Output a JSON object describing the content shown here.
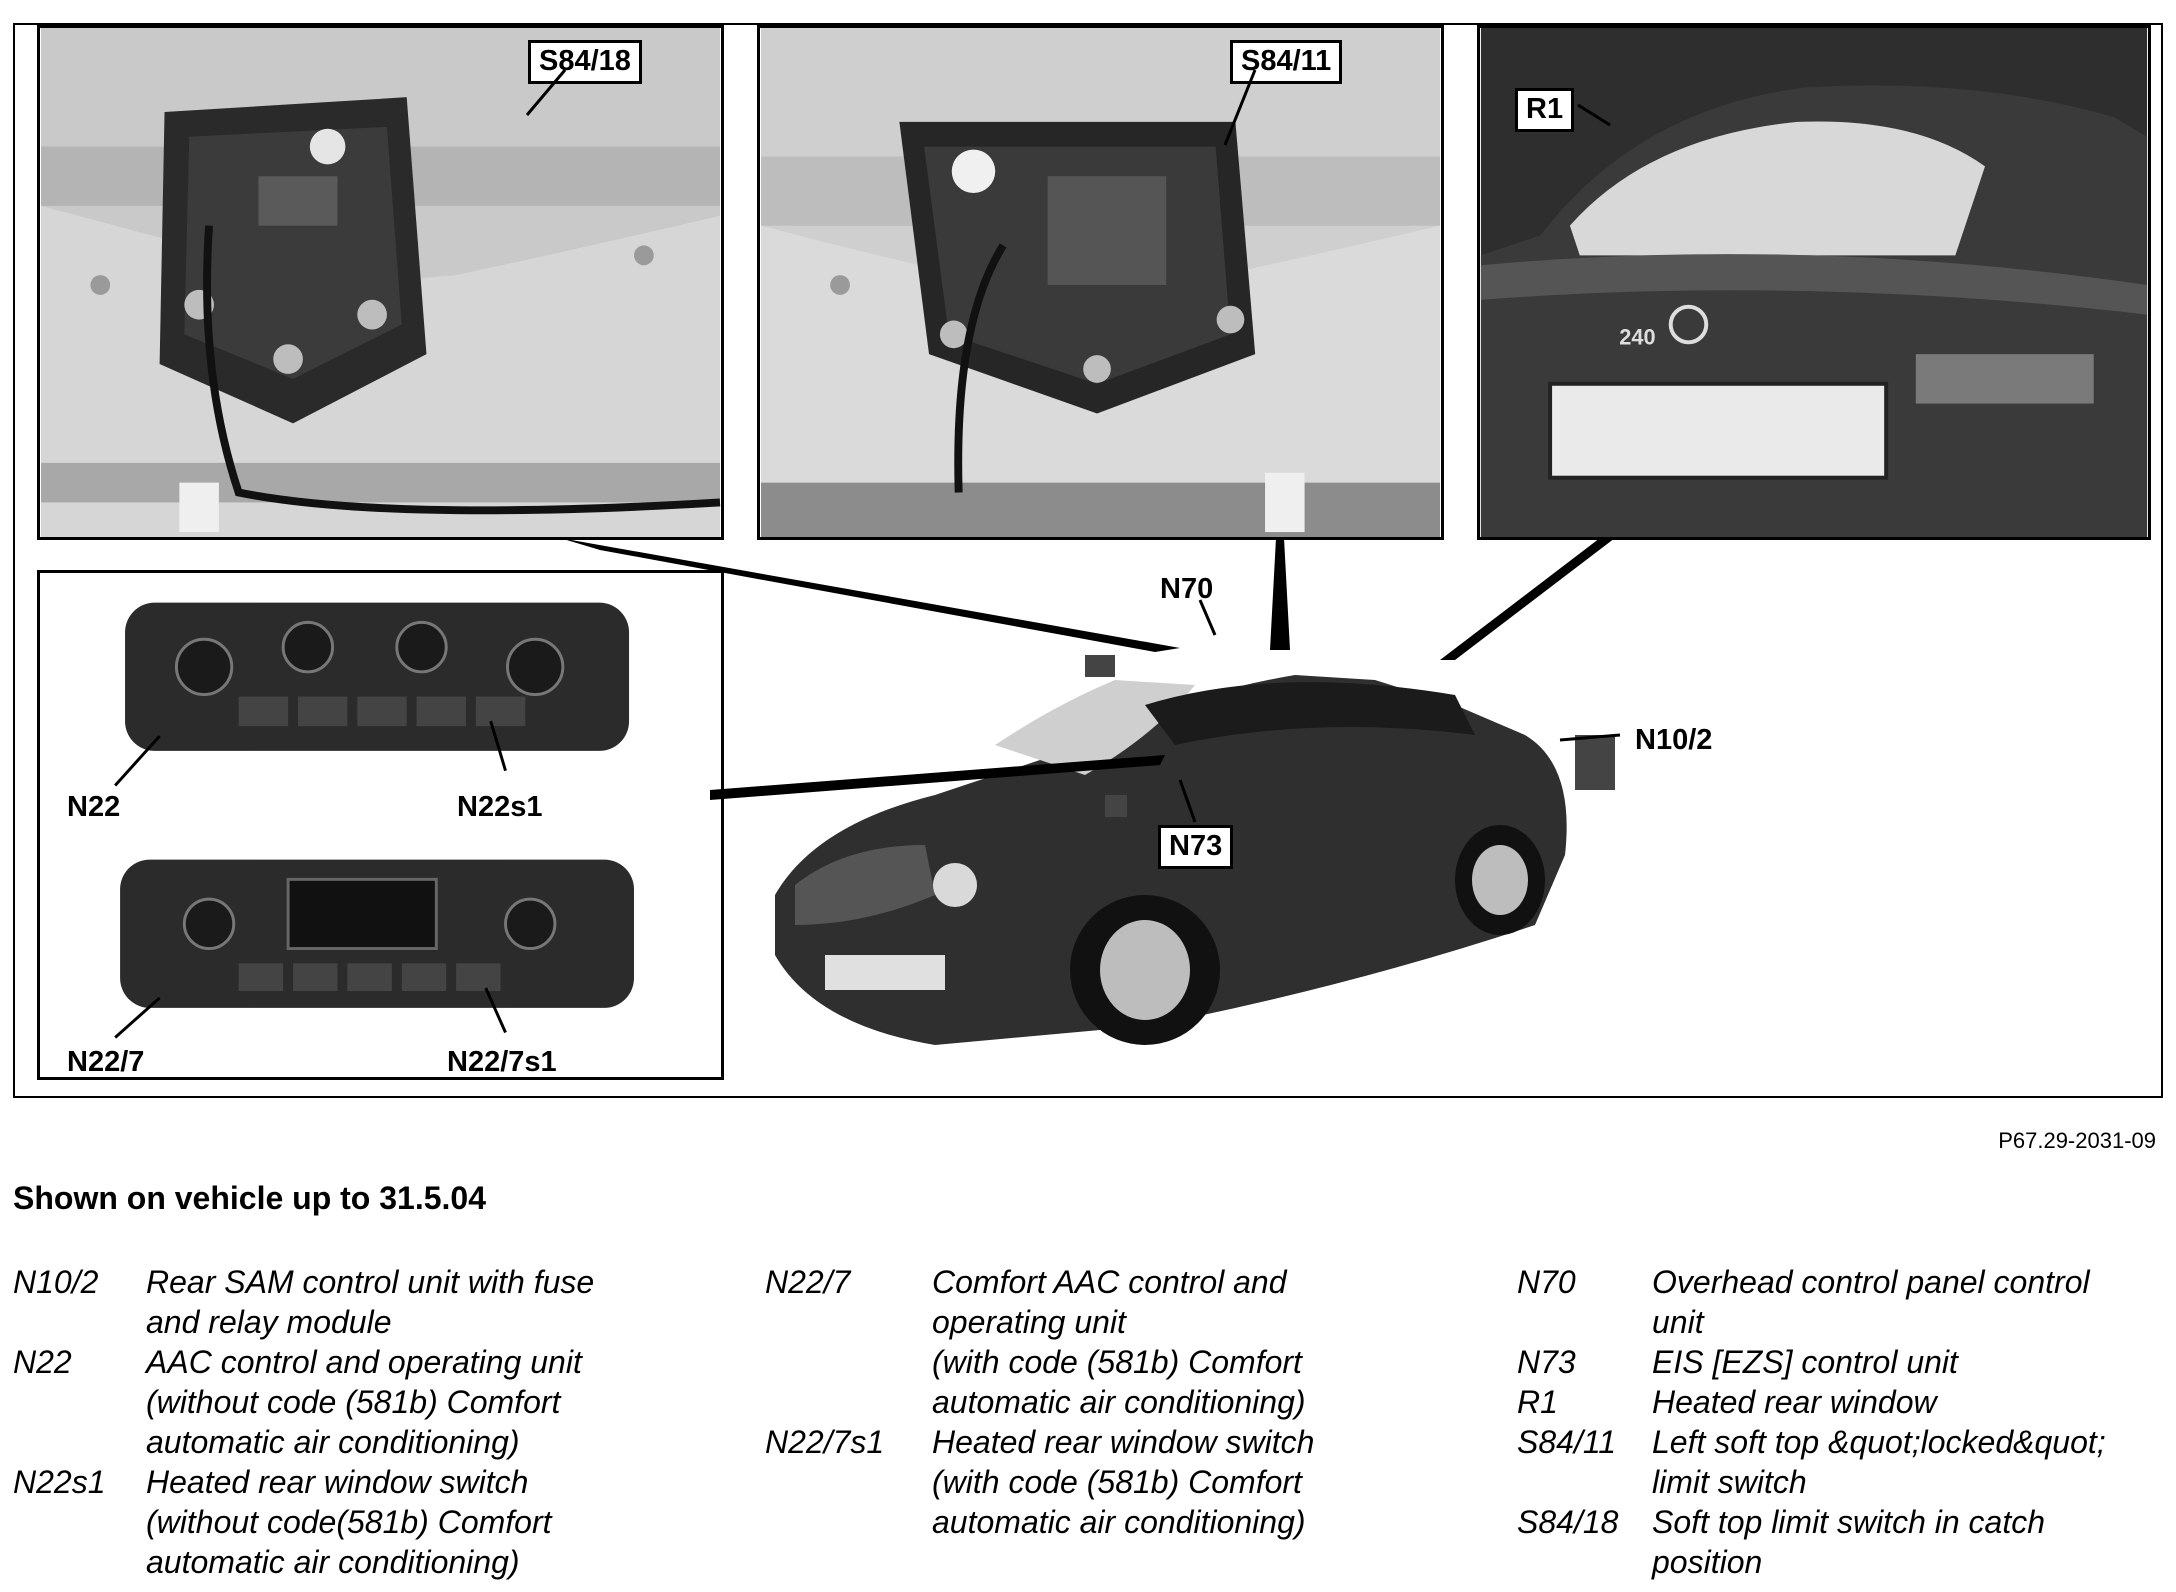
{
  "figure": {
    "reference": "P67.29-2031-09",
    "labels": {
      "s84_18": "S84/18",
      "s84_11": "S84/11",
      "r1": "R1",
      "n70": "N70",
      "n10_2": "N10/2",
      "n73": "N73",
      "n22": "N22",
      "n22s1": "N22s1",
      "n22_7": "N22/7",
      "n22_7s1": "N22/7s1"
    }
  },
  "caption": "Shown on vehicle up to 31.5.04",
  "legend": {
    "columns": [
      [
        {
          "code": "N10/2",
          "description": "Rear SAM control unit with fuse\nand relay module"
        },
        {
          "code": "N22",
          "description": "AAC control and operating unit\n(without code (581b) Comfort\nautomatic air conditioning)"
        },
        {
          "code": "N22s1",
          "description": "Heated rear window switch\n(without code(581b) Comfort\nautomatic air conditioning)"
        }
      ],
      [
        {
          "code": "N22/7",
          "description": "Comfort AAC control and\noperating unit\n(with code (581b) Comfort\nautomatic air conditioning)"
        },
        {
          "code": "N22/7s1",
          "description": "Heated rear window switch\n(with code (581b) Comfort\nautomatic air conditioning)"
        }
      ],
      [
        {
          "code": "N70",
          "description": "Overhead control panel control\nunit"
        },
        {
          "code": "N73",
          "description": "EIS [EZS] control unit"
        },
        {
          "code": "R1",
          "description": "Heated rear window"
        },
        {
          "code": "S84/11",
          "description": "Left soft top &quot;locked&quot;\nlimit switch"
        },
        {
          "code": "S84/18",
          "description": "Soft top limit switch in catch\nposition"
        }
      ]
    ]
  }
}
